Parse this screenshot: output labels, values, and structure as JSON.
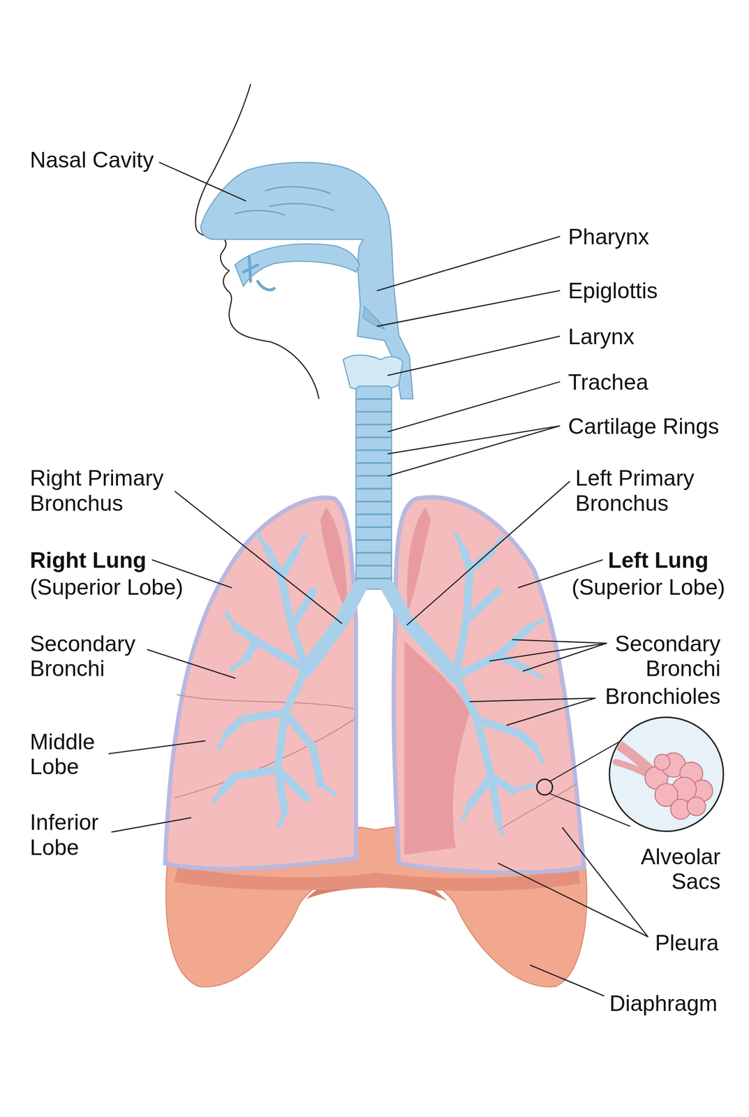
{
  "diagram": {
    "labels": [
      "Nasal Cavity",
      "Pharynx",
      "Epiglottis",
      "Larynx",
      "Trachea",
      "Cartilage Rings",
      "Right Primary Bronchus",
      "Left Primary Bronchus",
      "Right Lung",
      "(Superior Lobe)",
      "Left Lung",
      "(Superior Lobe)",
      "Secondary Bronchi",
      "Secondary Bronchi",
      "Bronchioles",
      "Middle Lobe",
      "Inferior Lobe",
      "Alveolar Sacs",
      "Pleura",
      "Diaphragm"
    ]
  }
}
